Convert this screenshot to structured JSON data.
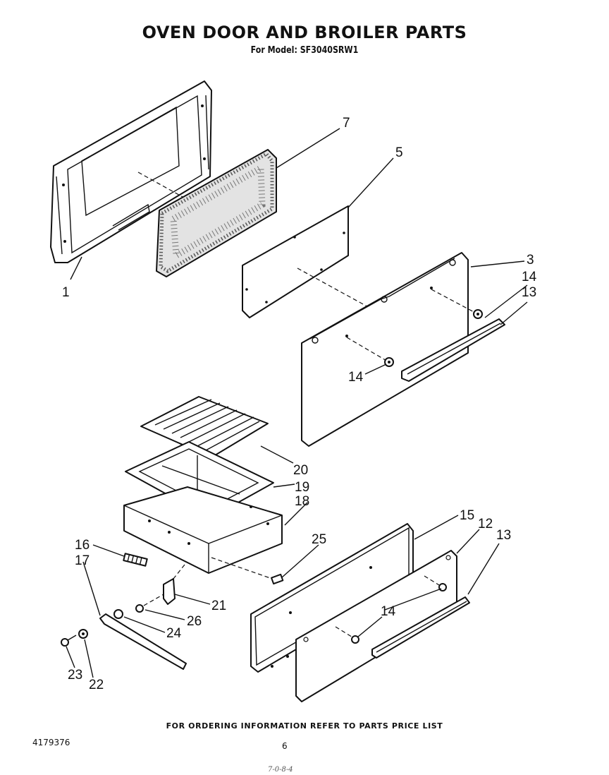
{
  "document": {
    "title": "OVEN DOOR AND BROILER PARTS",
    "subtitle": "For Model: SF3040SRW1",
    "ordering_note": "FOR ORDERING INFORMATION REFER TO PARTS PRICE LIST",
    "doc_number": "4179376",
    "page_number": "6",
    "handwritten_mark": "7-0-8-4"
  },
  "callouts": {
    "c1": "1",
    "c3": "3",
    "c5": "5",
    "c7": "7",
    "c12": "12",
    "c13a": "13",
    "c13b": "13",
    "c14a": "14",
    "c14b": "14",
    "c14c": "14",
    "c15": "15",
    "c16": "16",
    "c17": "17",
    "c18": "18",
    "c19": "19",
    "c20": "20",
    "c21": "21",
    "c22": "22",
    "c23": "23",
    "c24": "24",
    "c25": "25",
    "c26": "26"
  }
}
